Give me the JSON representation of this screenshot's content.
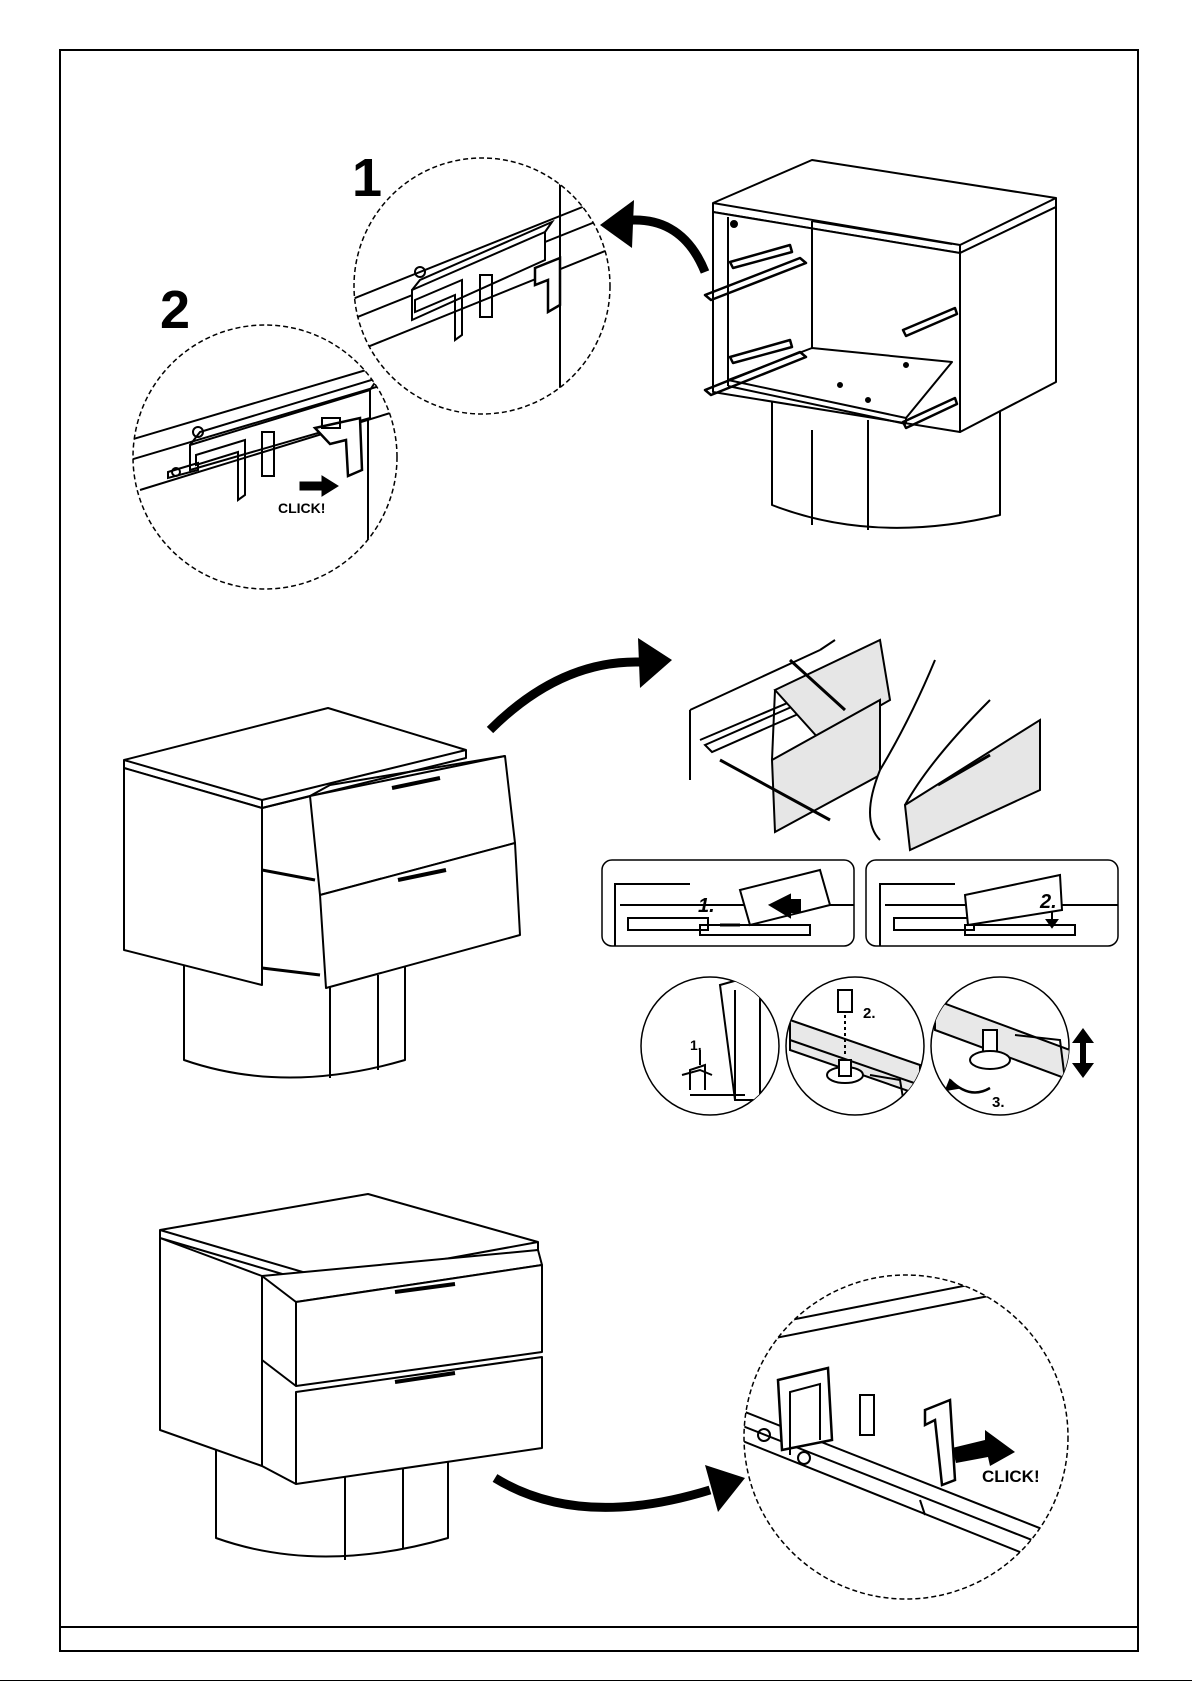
{
  "step_labels": {
    "detail_1": "1",
    "detail_2": "2",
    "sub_1": "1.",
    "sub_2": "2.",
    "sub_3": "3."
  },
  "callouts": {
    "click_small": "CLICK!",
    "click_large": "CLICK!"
  }
}
